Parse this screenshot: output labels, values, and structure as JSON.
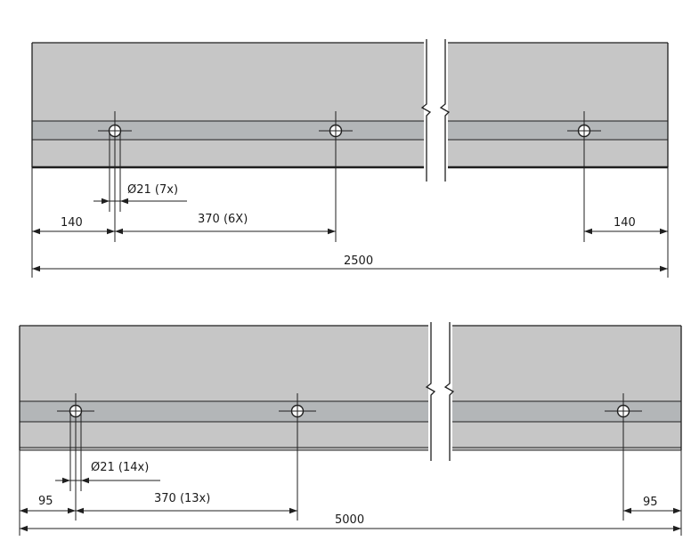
{
  "colors": {
    "plate": "#c6c6c6",
    "band": "#b3b6b8",
    "line": "#1f1f1f",
    "background": "#ffffff"
  },
  "drawings": [
    {
      "hole_label": "Ø21 (7x)",
      "edge_distance_left": "140",
      "pitch_label": "370 (6X)",
      "edge_distance_right": "140",
      "overall_length": "2500"
    },
    {
      "hole_label": "Ø21 (14x)",
      "edge_distance_left": "95",
      "pitch_label": "370 (13x)",
      "edge_distance_right": "95",
      "overall_length": "5000"
    }
  ]
}
